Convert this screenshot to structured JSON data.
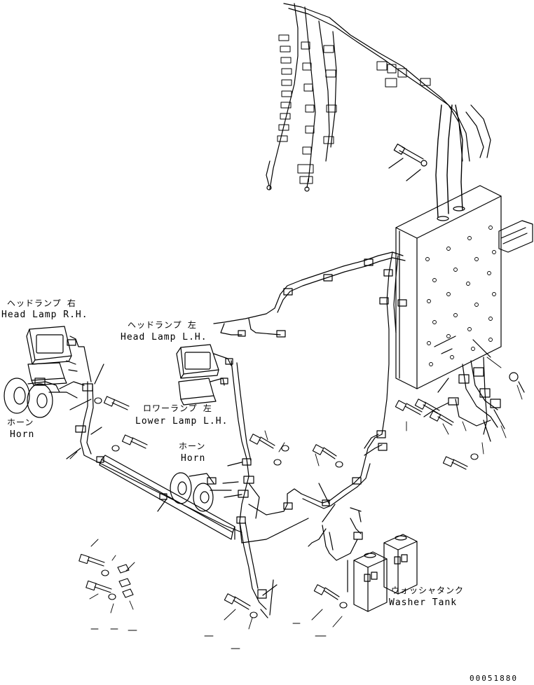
{
  "labels": {
    "head_lamp_rh_jp": "ヘッドランプ 右",
    "head_lamp_rh_en": "Head Lamp R.H.",
    "head_lamp_lh_jp": "ヘッドランプ 左",
    "head_lamp_lh_en": "Head Lamp L.H.",
    "lower_lamp_lh_jp": "ロワーランプ 左",
    "lower_lamp_lh_en": "Lower Lamp L.H.",
    "horn_left_jp": "ホーン",
    "horn_left_en": "Horn",
    "horn_center_jp": "ホーン",
    "horn_center_en": "Horn",
    "washer_tank_jp": "ウォッシャタンク",
    "washer_tank_en": "Washer Tank"
  },
  "drawing_number": "00051880",
  "colors": {
    "line": "#000000",
    "background": "#ffffff"
  }
}
